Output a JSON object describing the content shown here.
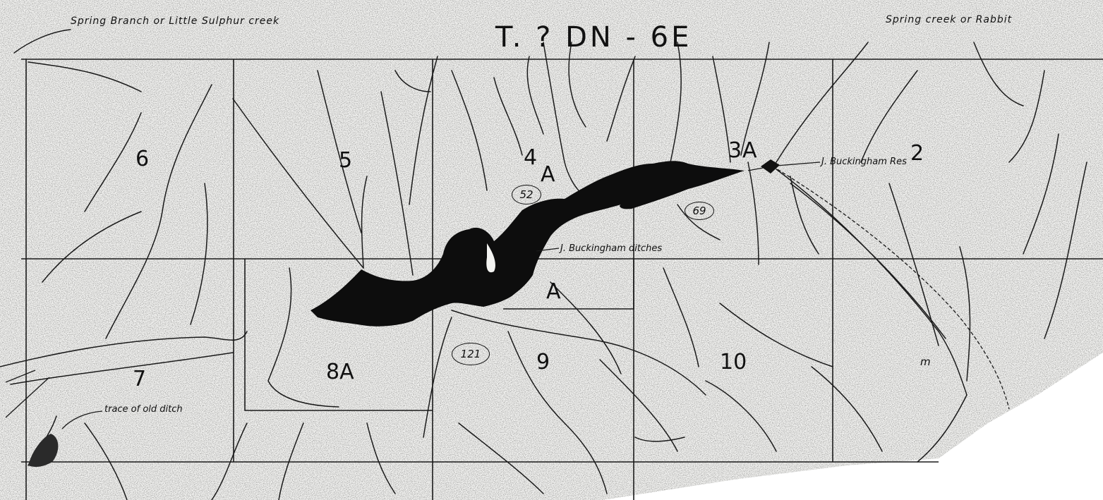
{
  "map": {
    "title": "T. ? DN - 6E",
    "creek_labels": {
      "top_left": "Spring Branch or Little Sulphur creek",
      "top_right": "Spring creek or Rabbit"
    },
    "section_numbers": {
      "s6": "6",
      "s5": "5",
      "s4": "4",
      "s3": "3",
      "s2": "2",
      "s7": "7",
      "s9": "9",
      "s10": "10"
    },
    "area_marks": {
      "a4": "A",
      "a3": "A",
      "a9": "A",
      "a8": "8A"
    },
    "circled_values": {
      "c52": "52",
      "c69": "69",
      "c121": "121"
    },
    "annotations": {
      "reservoir": "J. Buckingham Res",
      "ditches": "J. Buckingham ditches",
      "old_ditch": "trace of old ditch",
      "mark": "m"
    }
  }
}
